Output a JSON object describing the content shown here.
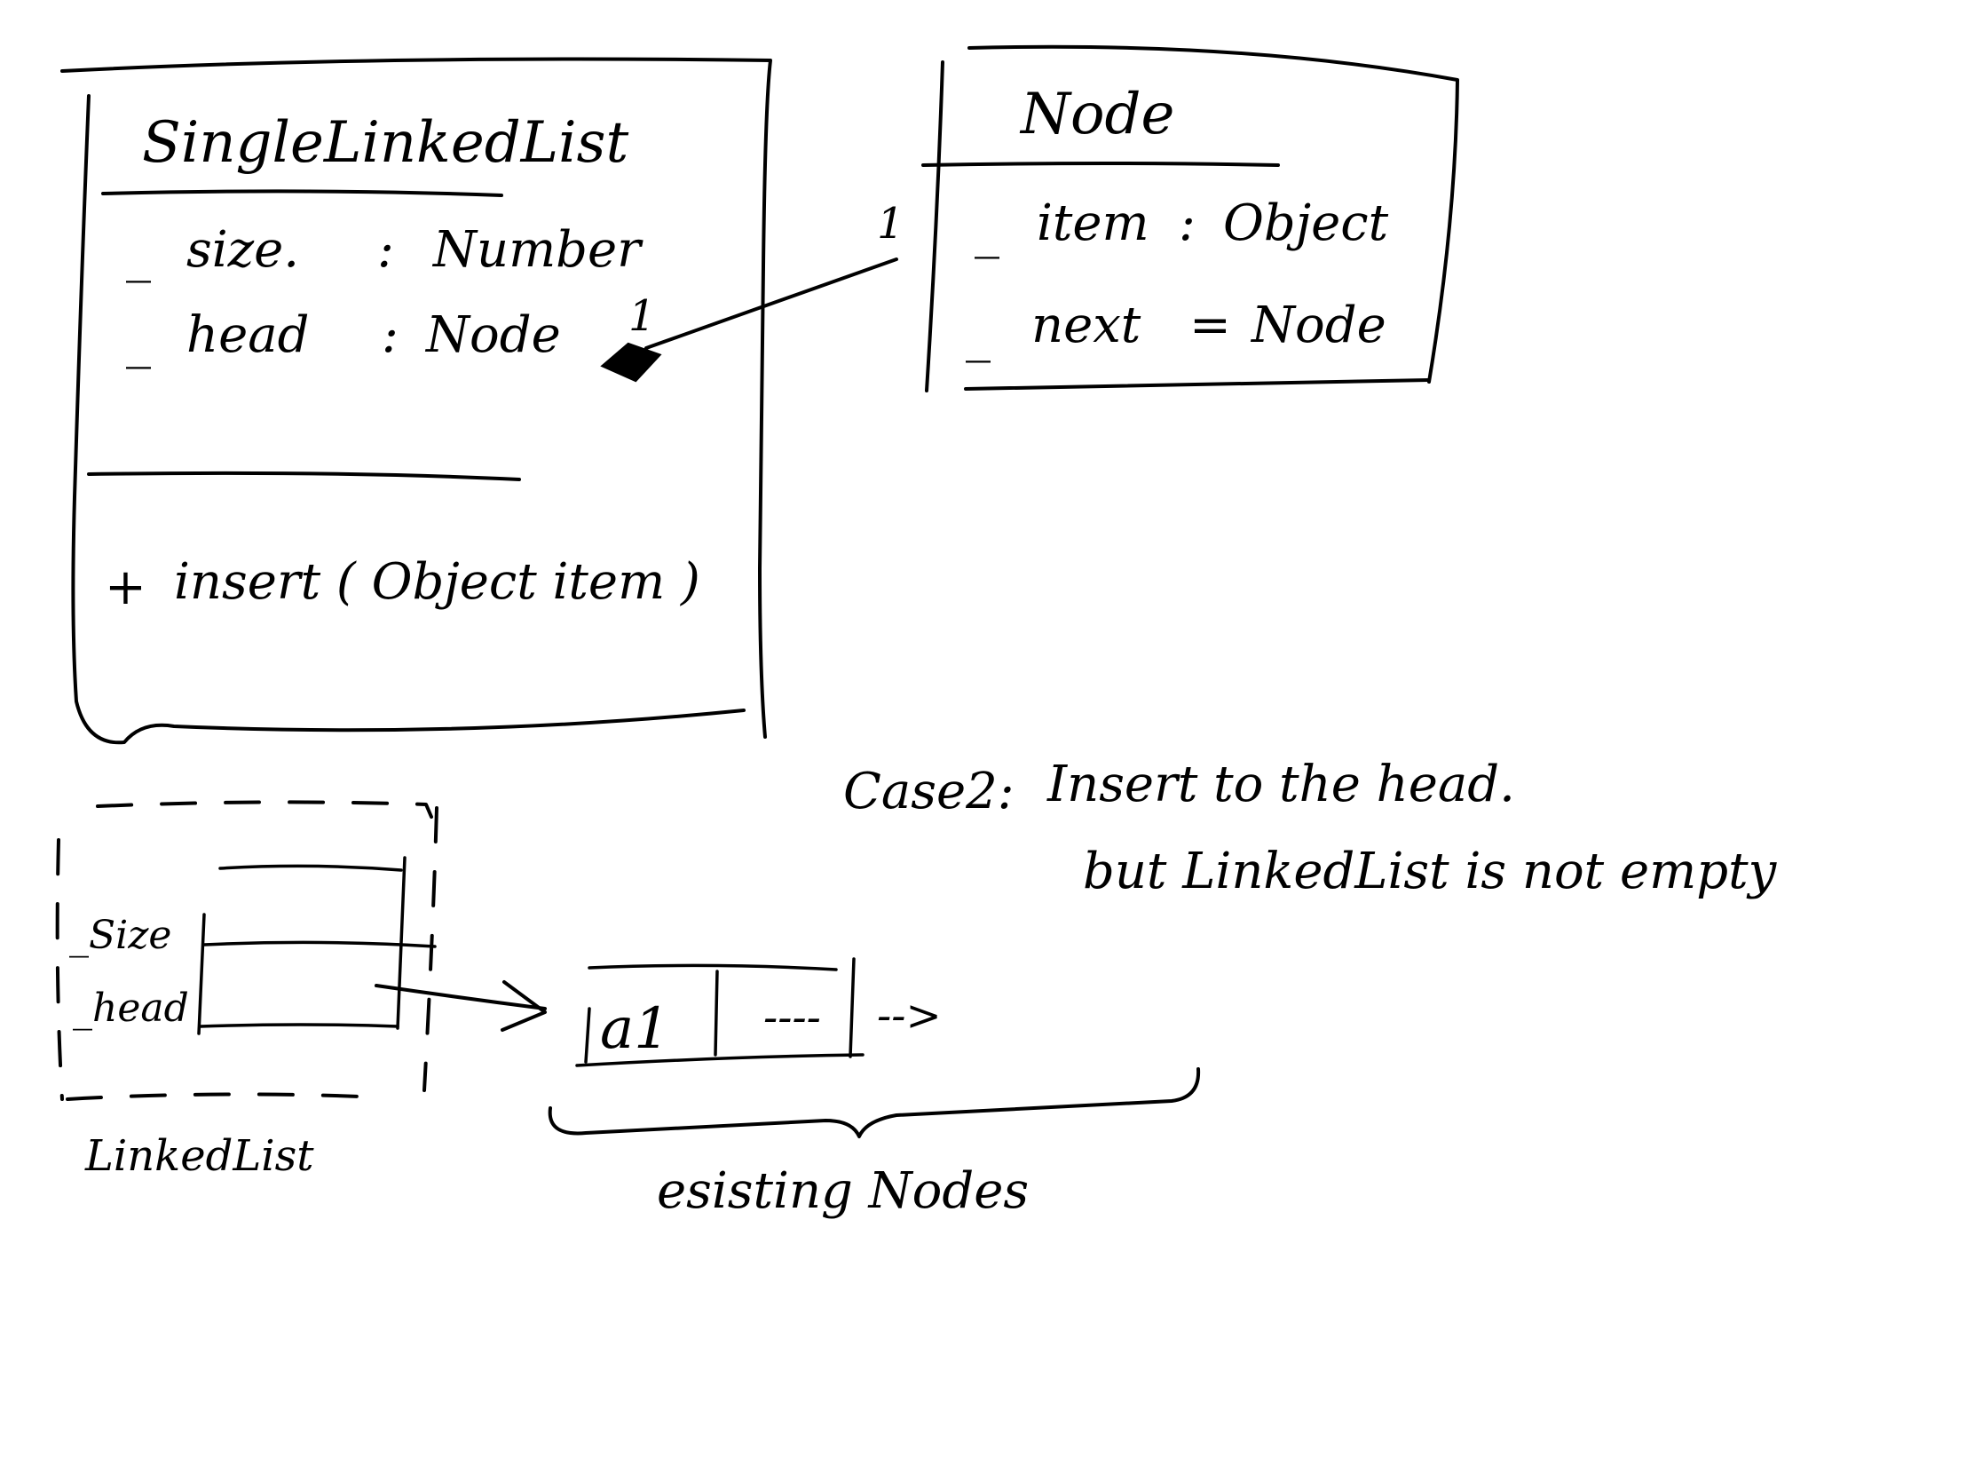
{
  "uml": {
    "single_linked_list": {
      "class_name": "SingleLinkedList",
      "fields": [
        {
          "marker": "_",
          "name": "size.",
          "sep": ":",
          "type": "Number"
        },
        {
          "marker": "_",
          "name": "head",
          "sep": ":",
          "type": "Node"
        }
      ],
      "methods": [
        {
          "marker": "+",
          "signature": "insert ( Object item )"
        }
      ]
    },
    "node": {
      "class_name": "Node",
      "fields": [
        {
          "marker": "_",
          "name": "item",
          "sep": ":",
          "type": "Object"
        },
        {
          "marker": "_",
          "name": "next",
          "sep": "=",
          "type": "Node"
        }
      ]
    },
    "association": {
      "multiplicity_source": "1",
      "multiplicity_target": "1"
    }
  },
  "case_note": {
    "label": "Case2:",
    "line1": "Insert to the head.",
    "line2": "but LinkedList is not empty"
  },
  "sketch": {
    "linked_list_fields": [
      "_Size",
      "_head"
    ],
    "linked_list_label": "LinkedList",
    "node_value": "a1",
    "next_marker": "----",
    "continuation": "-->",
    "existing_label": "esisting Nodes"
  }
}
